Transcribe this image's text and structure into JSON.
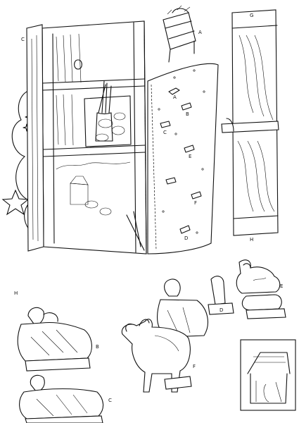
{
  "labels": {
    "stable_left_c": "C",
    "stable_left_h": "H",
    "manger_a": "A",
    "roof_g": "G",
    "roof_h": "H",
    "floor_1": "A",
    "floor_2": "B",
    "floor_3": "C",
    "floor_4": "E",
    "floor_5": "F",
    "floor_6": "D",
    "joseph_d": "D",
    "sheep_e": "E",
    "mary_b": "B",
    "donkey_f": "F",
    "shepherd_c": "C"
  },
  "icons": [
    "star-icon",
    "sparkle-icon",
    "sheaf-icon",
    "manger-icon"
  ]
}
